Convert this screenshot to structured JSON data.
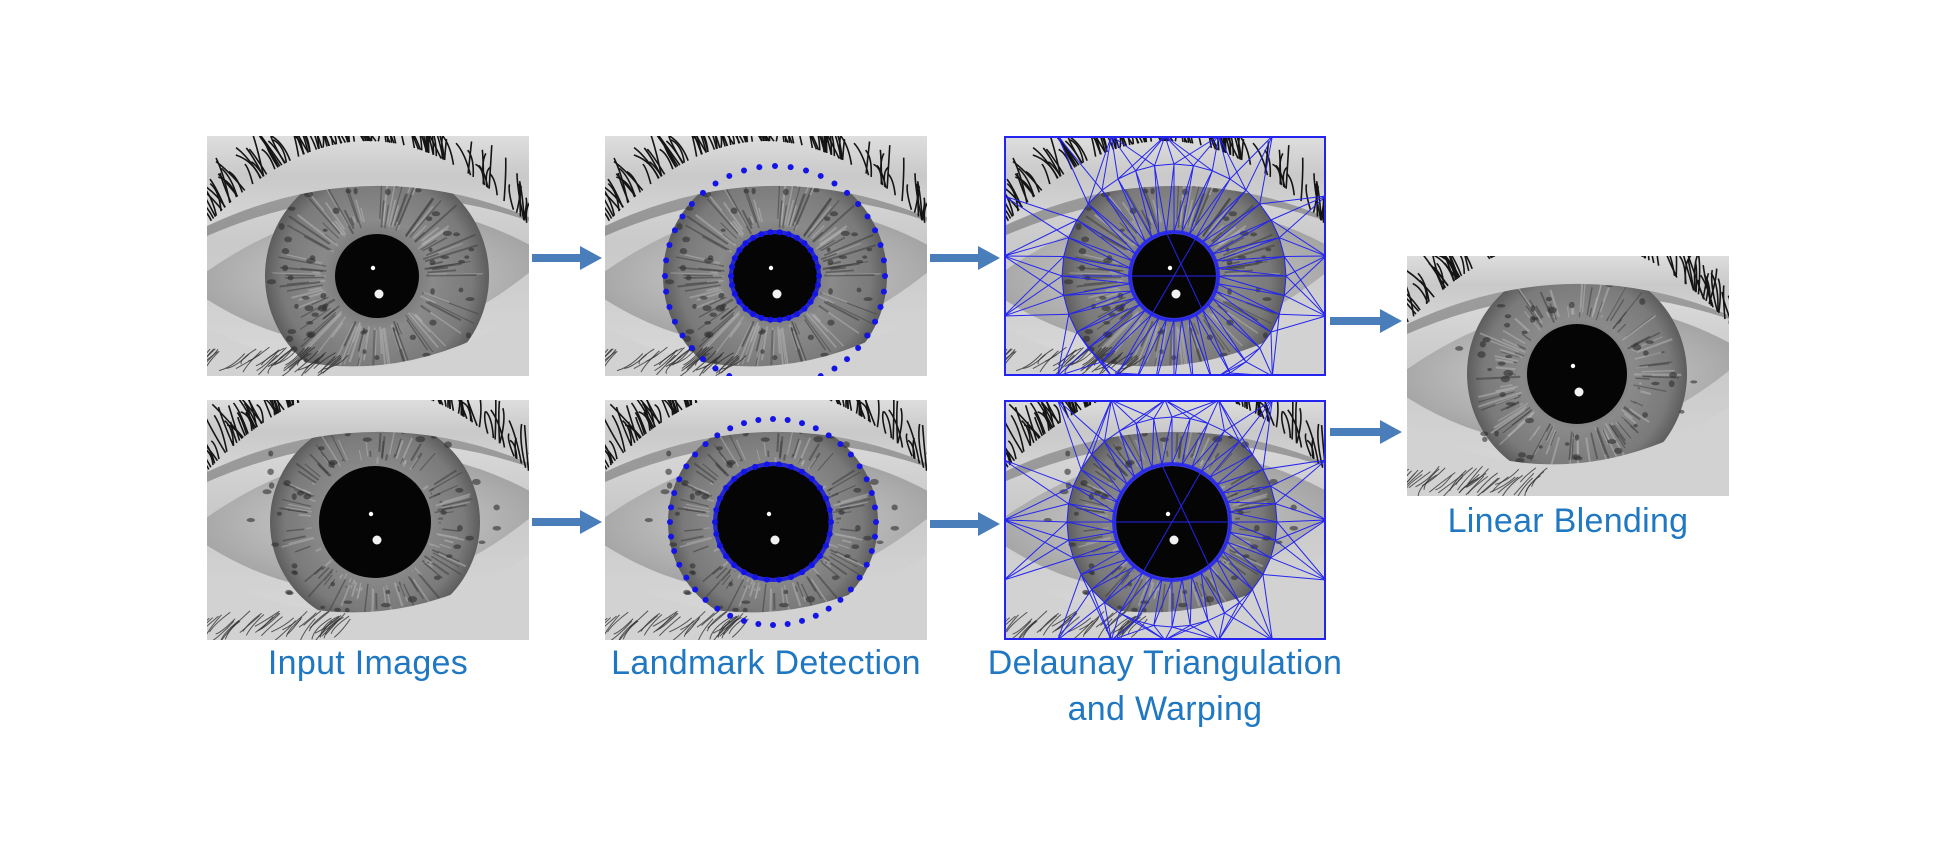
{
  "colors": {
    "caption_text": "#1f78c1",
    "arrow": "#4a7ebb",
    "landmark_dots": "#1414e6",
    "mesh_lines": "#2424f0",
    "background": "#ffffff"
  },
  "stages": [
    {
      "id": "input",
      "caption_lines": [
        "Input Images"
      ]
    },
    {
      "id": "landmark",
      "caption_lines": [
        "Landmark Detection"
      ]
    },
    {
      "id": "delaunay",
      "caption_lines": [
        "Delaunay Triangulation",
        "and Warping"
      ]
    },
    {
      "id": "blend",
      "caption_lines": [
        "Linear Blending"
      ]
    }
  ],
  "images": [
    {
      "name": "eye-image-input-top",
      "subject": "grayscale eye photograph",
      "overlay": "none"
    },
    {
      "name": "eye-image-input-bottom",
      "subject": "grayscale eye photograph",
      "overlay": "none"
    },
    {
      "name": "eye-image-landmark-top",
      "subject": "grayscale eye photograph",
      "overlay": "blue landmark dots on pupil and iris boundaries"
    },
    {
      "name": "eye-image-landmark-bottom",
      "subject": "grayscale eye photograph",
      "overlay": "blue landmark dots on pupil and iris boundaries"
    },
    {
      "name": "eye-image-delaunay-top",
      "subject": "grayscale eye photograph",
      "overlay": "blue Delaunay triangle mesh"
    },
    {
      "name": "eye-image-delaunay-bottom",
      "subject": "grayscale eye photograph",
      "overlay": "blue Delaunay triangle mesh"
    },
    {
      "name": "eye-image-blended",
      "subject": "grayscale eye photograph",
      "overlay": "none"
    }
  ]
}
